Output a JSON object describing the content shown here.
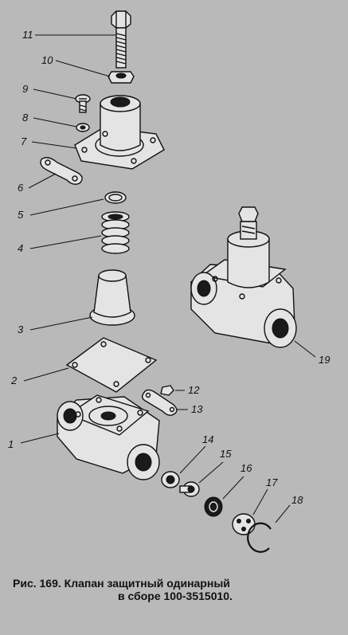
{
  "labels": {
    "p1": "1",
    "p2": "2",
    "p3": "3",
    "p4": "4",
    "p5": "5",
    "p6": "6",
    "p7": "7",
    "p8": "8",
    "p9": "9",
    "p10": "10",
    "p11": "11",
    "p12": "12",
    "p13": "13",
    "p14": "14",
    "p15": "15",
    "p16": "16",
    "p17": "17",
    "p18": "18",
    "p19": "19"
  },
  "caption": {
    "line1": "Рис. 169. Клапан защитный одинарный",
    "line2": "в сборе 100-3515010."
  }
}
